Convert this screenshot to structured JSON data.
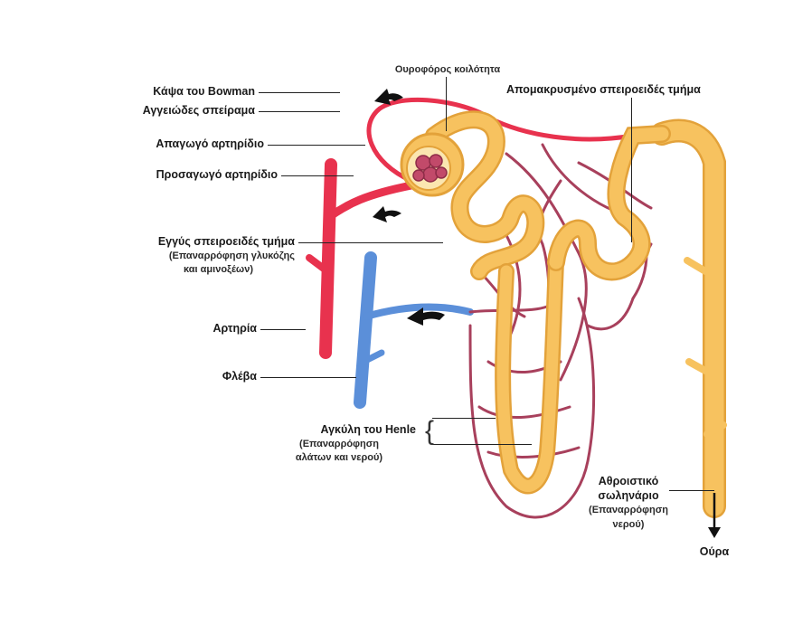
{
  "labels": {
    "bowman": "Κάψα του Bowman",
    "glomerulus": "Αγγειώδες σπείραμα",
    "efferent": "Απαγωγό αρτηρίδιο",
    "afferent": "Προσαγωγό αρτηρίδιο",
    "proximal": "Εγγύς σπειροειδές τμήμα",
    "proximal_note_1": "(Επαναρρόφηση γλυκόζης",
    "proximal_note_2": "και αμινοξέων)",
    "artery": "Αρτηρία",
    "vein": "Φλέβα",
    "henle": "Αγκύλη του Henle",
    "henle_note_1": "(Επαναρρόφηση",
    "henle_note_2": "αλάτων και νερού)",
    "urinary_space": "Ουροφόρος κοιλότητα",
    "distal": "Απομακρυσμένο σπειροειδές τμήμα",
    "collecting_1": "Αθροιστικό",
    "collecting_2": "σωληνάριο",
    "collecting_note_1": "(Επαναρρόφηση",
    "collecting_note_2": "νερού)",
    "urine": "Ούρα"
  },
  "colors": {
    "artery": "#e8324e",
    "vein": "#5b8fd9",
    "tubule": "#f7c25f",
    "tubule_edge": "#e3a23a",
    "capillary": "#a8405c"
  }
}
